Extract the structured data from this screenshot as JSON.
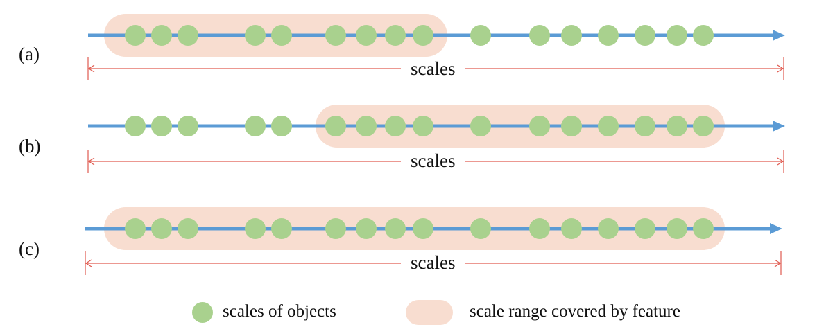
{
  "panels": [
    {
      "label": "(a)",
      "axis_word": "scales",
      "highlight": [
        180,
        615
      ]
    },
    {
      "label": "(b)",
      "axis_word": "scales",
      "highlight": [
        485,
        1015
      ]
    },
    {
      "label": "(c)",
      "axis_word": "scales",
      "highlight": [
        180,
        1015
      ]
    }
  ],
  "object_scales": [
    195,
    233,
    271,
    368,
    406,
    484,
    528,
    570,
    610,
    693,
    778,
    824,
    877,
    930,
    976,
    1014
  ],
  "legend": {
    "dot_label": "scales of objects",
    "range_label": "scale range covered by feature"
  },
  "colors": {
    "axis": "#5b9bd5",
    "dot": "#a9d18e",
    "range": "#f8ddd0",
    "span": "#e05a4f"
  }
}
